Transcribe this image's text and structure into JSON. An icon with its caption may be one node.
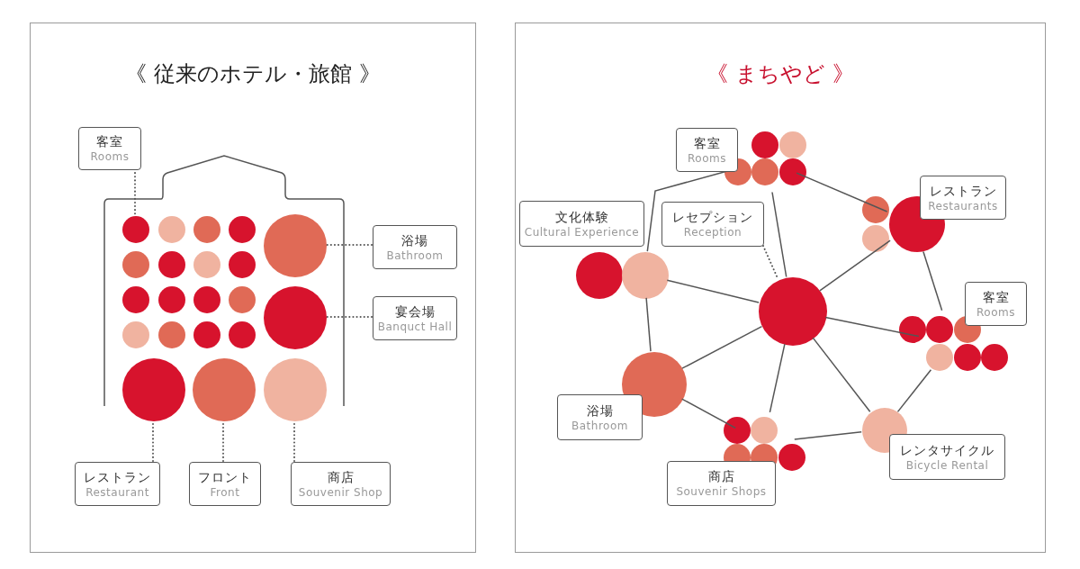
{
  "diagram": {
    "nodes": [
      {
        "text": [
          "《 従来のホテル・旅館 》"
        ]
      },
      {
        "text": [
          "客室",
          "Rooms"
        ],
        "in": 0
      },
      {
        "text": [],
        "shape": "circle",
        "in": 0
      },
      {
        "text": [
          "浴場",
          "Bathroom"
        ],
        "in": 0
      },
      {
        "text": [],
        "shape": "circle",
        "in": 0
      },
      {
        "text": [
          "宴会場",
          "Banquct Hall"
        ],
        "in": 0
      },
      {
        "text": [],
        "shape": "circle",
        "in": 0
      },
      {
        "text": [
          "レストラン",
          "Restaurant"
        ],
        "in": 0
      },
      {
        "text": [],
        "shape": "circle",
        "in": 0
      },
      {
        "text": [
          "フロント",
          "Front"
        ],
        "in": 0
      },
      {
        "text": [],
        "shape": "circle",
        "in": 0
      },
      {
        "text": [
          "商店",
          "Souvenir Shop"
        ],
        "in": 0
      },
      {
        "text": [],
        "shape": "circle",
        "in": 0
      },
      {
        "text": [
          "《 まちやど 》"
        ]
      },
      {
        "text": [
          "客室",
          "Rooms"
        ],
        "in": 13
      },
      {
        "text": [],
        "shape": "circles",
        "in": 13
      },
      {
        "text": [
          "レストラン",
          "Restaurants"
        ],
        "in": 13
      },
      {
        "text": [],
        "shape": "circles",
        "in": 13
      },
      {
        "text": [
          "文化体験",
          "Cultural Experience"
        ],
        "in": 13
      },
      {
        "text": [],
        "shape": "circles",
        "in": 13
      },
      {
        "text": [
          "レセプション",
          "Reception"
        ],
        "in": 13
      },
      {
        "text": [],
        "shape": "circle",
        "in": 13
      },
      {
        "text": [
          "客室",
          "Rooms"
        ],
        "in": 13
      },
      {
        "text": [],
        "shape": "circles",
        "in": 13
      },
      {
        "text": [
          "浴場",
          "Bathroom"
        ],
        "in": 13
      },
      {
        "text": [],
        "shape": "circle",
        "in": 13
      },
      {
        "text": [
          "レンタサイクル",
          "Bicycle Rental"
        ],
        "in": 13
      },
      {
        "text": [],
        "shape": "circle",
        "in": 13
      },
      {
        "text": [
          "商店",
          "Souvenir Shops"
        ],
        "in": 13
      },
      {
        "text": [],
        "shape": "circles",
        "in": 13
      }
    ],
    "edges": [
      {
        "from": 1,
        "to": 2,
        "arrow": "none",
        "style": "dashed"
      },
      {
        "from": 3,
        "to": 4,
        "arrow": "none",
        "style": "dashed"
      },
      {
        "from": 5,
        "to": 6,
        "arrow": "none",
        "style": "dashed"
      },
      {
        "from": 7,
        "to": 8,
        "arrow": "none",
        "style": "dashed"
      },
      {
        "from": 9,
        "to": 10,
        "arrow": "none",
        "style": "dashed"
      },
      {
        "from": 11,
        "to": 12,
        "arrow": "none",
        "style": "dashed"
      },
      {
        "from": 20,
        "to": 21,
        "arrow": "none",
        "style": "dashed"
      },
      {
        "from": 21,
        "to": 15,
        "arrow": "none"
      },
      {
        "from": 21,
        "to": 17,
        "arrow": "none"
      },
      {
        "from": 21,
        "to": 19,
        "arrow": "none"
      },
      {
        "from": 21,
        "to": 23,
        "arrow": "none"
      },
      {
        "from": 21,
        "to": 25,
        "arrow": "none"
      },
      {
        "from": 21,
        "to": 29,
        "arrow": "none"
      },
      {
        "from": 21,
        "to": 27,
        "arrow": "none"
      },
      {
        "from": 15,
        "to": 17,
        "arrow": "none"
      },
      {
        "from": 17,
        "to": 23,
        "arrow": "none"
      },
      {
        "from": 23,
        "to": 27,
        "arrow": "none"
      },
      {
        "from": 27,
        "to": 29,
        "arrow": "none"
      },
      {
        "from": 29,
        "to": 25,
        "arrow": "none"
      },
      {
        "from": 25,
        "to": 19,
        "arrow": "none"
      },
      {
        "from": 19,
        "to": 15,
        "arrow": "none"
      }
    ]
  }
}
